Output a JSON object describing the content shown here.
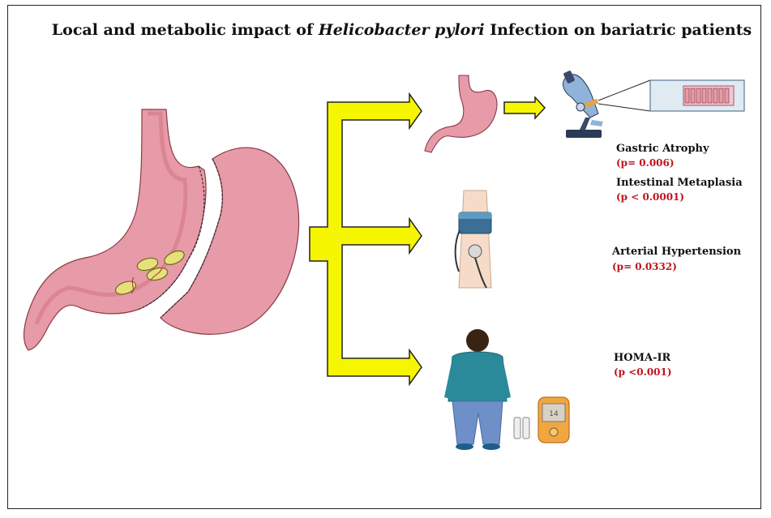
{
  "title": {
    "part1": "Local and metabolic impact of ",
    "organism": "Helicobacter pylori",
    "part2": " Infection on bariatric patients"
  },
  "outcomes": [
    {
      "label": "Gastric Atrophy",
      "p": "(p= 0.006)"
    },
    {
      "label": "Intestinal Metaplasia",
      "p": "(p < 0.0001)"
    },
    {
      "label": "Arterial Hypertension",
      "p": "(p= 0.0332)"
    },
    {
      "label": "HOMA-IR",
      "p": "(p <0.001)"
    }
  ],
  "glucometer_reading": "14",
  "colors": {
    "arrow_fill": "#f6f600",
    "stomach": "#e89aa6",
    "p_value": "#c0141c"
  }
}
